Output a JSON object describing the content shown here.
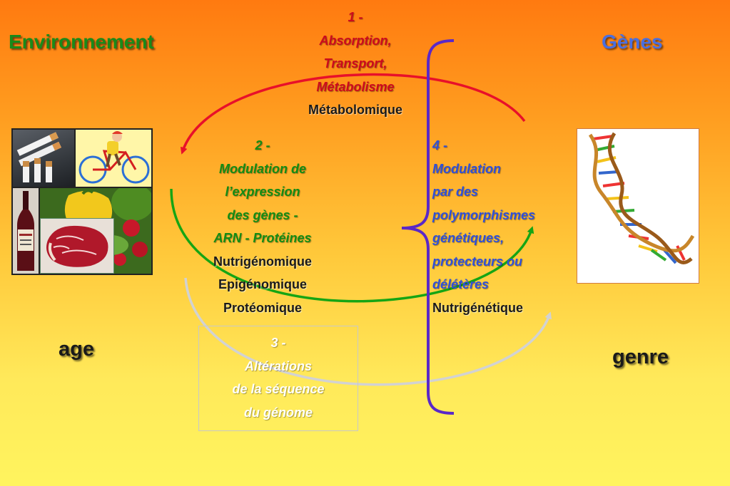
{
  "headings": {
    "environnement": "Environnement",
    "genes": "Gènes",
    "age": "age",
    "genre": "genre"
  },
  "step1": {
    "number": "1 -",
    "lines": [
      "Absorption,",
      "Transport,",
      "Métabolisme"
    ],
    "omics": "Métabolomique"
  },
  "step2": {
    "number": "2 -",
    "lines": [
      "Modulation de",
      "l’expression",
      "des gènes -",
      "ARN - Protéines"
    ],
    "omics": [
      "Nutrigénomique",
      "Epigénomique",
      "Protéomique"
    ]
  },
  "step3": {
    "number": "3 -",
    "lines": [
      "Altérations",
      "de la séquence",
      "du génome"
    ]
  },
  "step4": {
    "number": "4 -",
    "lines": [
      "Modulation",
      "par des",
      "polymorphismes",
      "génétiques,",
      "protecteurs ou",
      "délétères"
    ],
    "omics": "Nutrigénétique"
  },
  "colors": {
    "environnement": "#1a8a1a",
    "genes": "#4a6fe0",
    "step1": "#cc0a1e",
    "step2": "#148c14",
    "step3": "#ffffff",
    "step4": "#3050d8",
    "arrow_red": "#e8102a",
    "arrow_green": "#16a514",
    "arrow_grey": "#d2d2d2",
    "brace": "#5a28c8"
  },
  "images": {
    "environment": [
      "cigarettes",
      "cyclist",
      "wine-bottle",
      "vegetables",
      "raw-meat"
    ],
    "genes": "dna-double-helix"
  }
}
